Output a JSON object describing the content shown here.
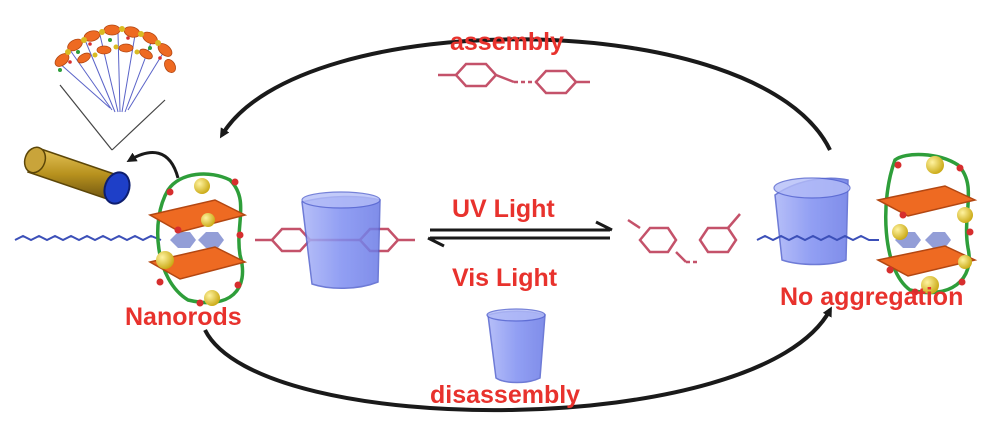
{
  "labels": {
    "assembly": "assembly",
    "uv_light": "UV Light",
    "vis_light": "Vis Light",
    "nanorods": "Nanorods",
    "no_aggregation": "No aggregation",
    "disassembly": "disassembly"
  },
  "colors": {
    "label_red": "#e8322d",
    "azobenzene": "#c4526a",
    "cyclodextrin": "#7f8ff2",
    "chain_blue": "#3b4fb8",
    "loop_green": "#2e9e3a",
    "node_red": "#d62e2e",
    "orange_unit": "#ee6a22",
    "gold_sphere": "#d9bb22",
    "rod_gold": "#b8921e",
    "rod_cap": "#1e3fc8",
    "arrow": "#1a1a1a"
  },
  "icons": [
    "azobenzene-trans-icon",
    "azobenzene-cis-icon",
    "cyclodextrin-icon",
    "nanorod-icon",
    "assembly-cluster-icon",
    "macrocycle-icon"
  ]
}
